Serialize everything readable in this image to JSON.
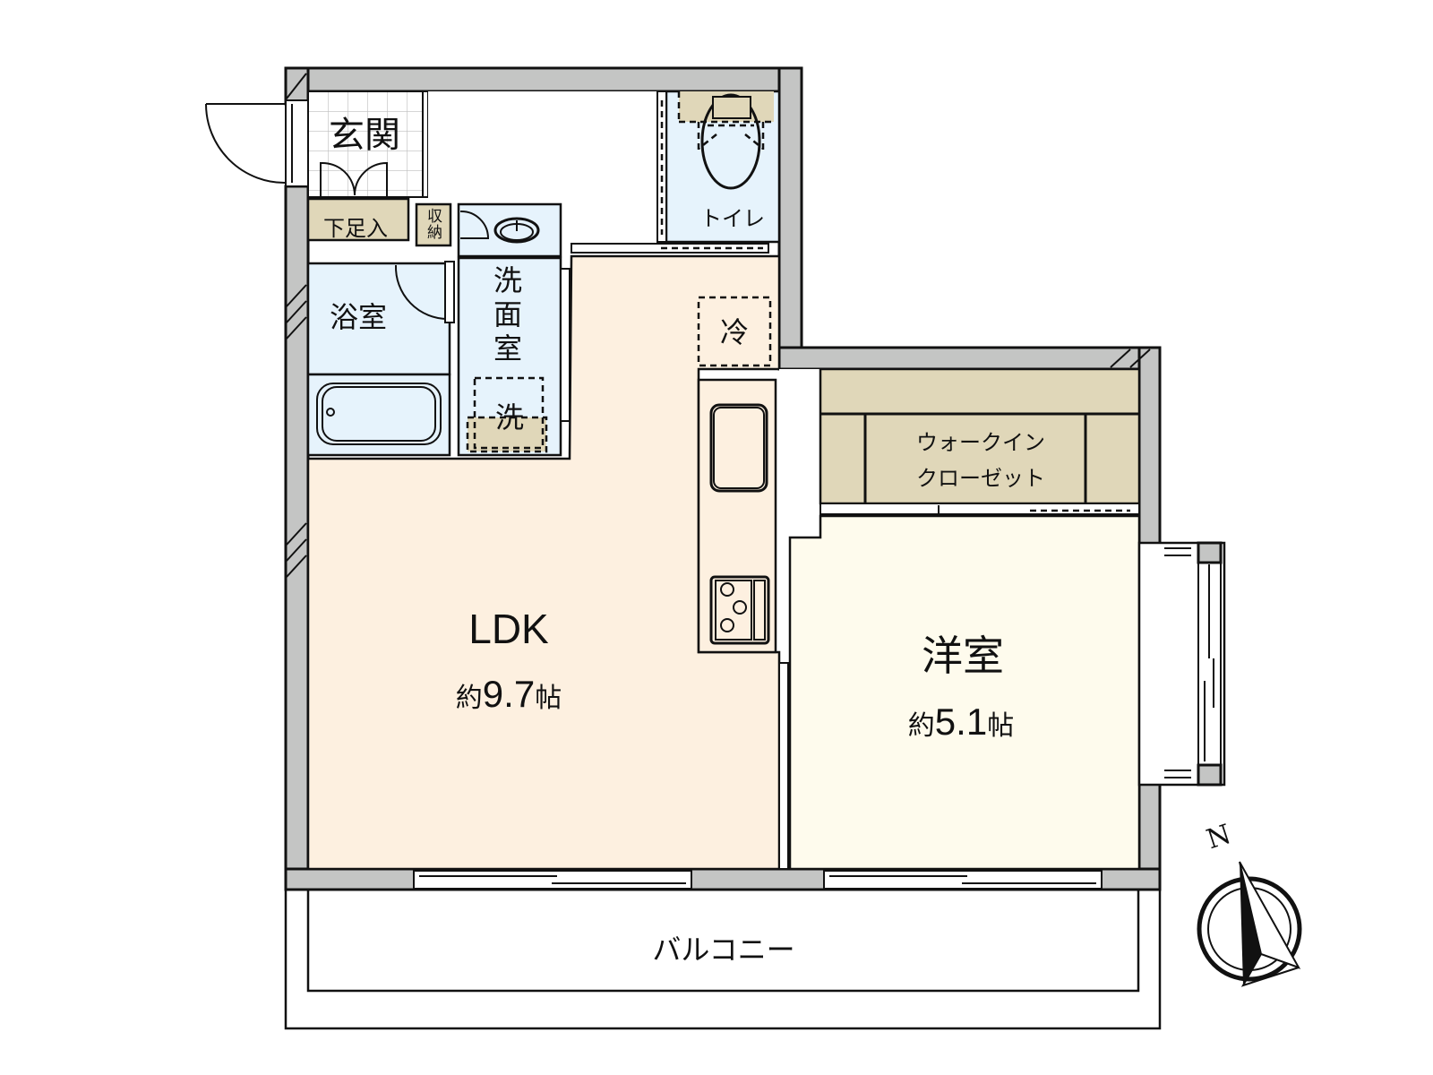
{
  "floor_plan": {
    "colors": {
      "wall": "#c4c5c4",
      "ldk_floor": "#fdf0e0",
      "western_room_floor": "#fefbed",
      "wet_area_floor": "#e6f3fc",
      "storage_floor": "#e0d7b9",
      "genkan_tile": "#ffffff",
      "line": "#111111"
    },
    "rooms": {
      "genkan": {
        "label": "玄関"
      },
      "shoe_storage": {
        "label": "下足入"
      },
      "storage": {
        "label": "収納"
      },
      "bathroom": {
        "label": "浴室"
      },
      "washroom": {
        "label": "洗面室"
      },
      "washing_machine": {
        "label": "洗"
      },
      "toilet": {
        "label": "トイレ"
      },
      "refrigerator": {
        "label": "冷"
      },
      "ldk": {
        "label": "LDK",
        "area_prefix": "約",
        "area_value": "9.7",
        "area_unit": "帖"
      },
      "walk_in_closet": {
        "label_line1": "ウォークイン",
        "label_line2": "クローゼット"
      },
      "western_room": {
        "label": "洋室",
        "area_prefix": "約",
        "area_value": "5.1",
        "area_unit": "帖"
      },
      "balcony": {
        "label": "バルコニー"
      }
    },
    "compass": {
      "label": "N",
      "icon": "north-arrow-icon"
    }
  }
}
